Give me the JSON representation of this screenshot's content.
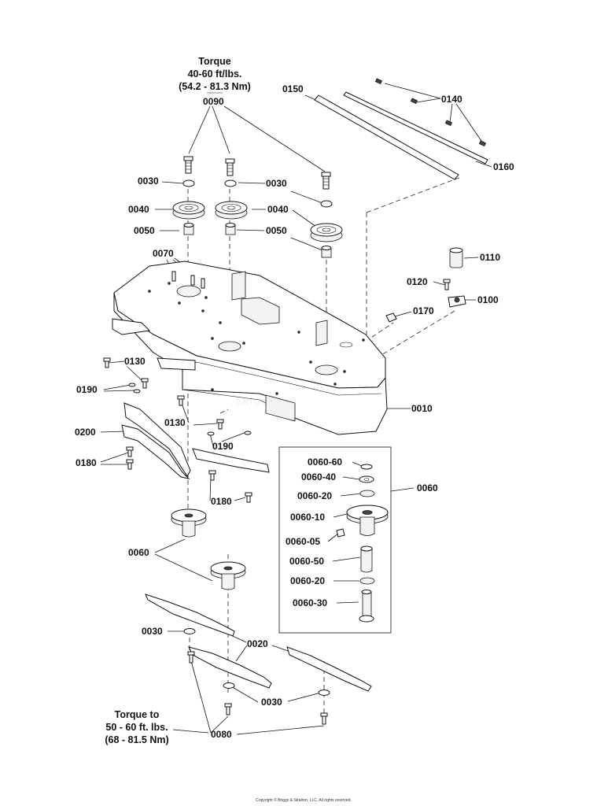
{
  "torque_top": {
    "line1": "Torque",
    "line2": "40-60 ft/lbs.",
    "line3": "(54.2 - 81.3 Nm)"
  },
  "torque_bottom": {
    "line1": "Torque to",
    "line2": "50 - 60 ft. lbs.",
    "line3": "(68 - 81.5 Nm)"
  },
  "watermark": "BRIGGS&STRATTON",
  "copyright": "Copyright © Briggs & Stratton, LLC. All rights reserved.",
  "callouts": {
    "c0090": "0090",
    "c0150": "0150",
    "c0140": "0140",
    "c0160": "0160",
    "c0030_a": "0030",
    "c0030_b": "0030",
    "c0040_a": "0040",
    "c0040_b": "0040",
    "c0050_a": "0050",
    "c0050_b": "0050",
    "c0070": "0070",
    "c0110": "0110",
    "c0120": "0120",
    "c0100": "0100",
    "c0170": "0170",
    "c0130_a": "0130",
    "c0190_a": "0190",
    "c0010": "0010",
    "c0200": "0200",
    "c0130_b": "0130",
    "c0190_b": "0190",
    "c0180_a": "0180",
    "c0180_b": "0180",
    "c0060": "0060",
    "c0060_60": "0060-60",
    "c0060_40": "0060-40",
    "c0060_20a": "0060-20",
    "c0060_10": "0060-10",
    "c0060_05": "0060-05",
    "c0060_50": "0060-50",
    "c0060_20b": "0060-20",
    "c0060_30": "0060-30",
    "c0060_spindle": "0060",
    "c0030_c": "0030",
    "c0020": "0020",
    "c0030_d": "0030",
    "c0080": "0080"
  }
}
